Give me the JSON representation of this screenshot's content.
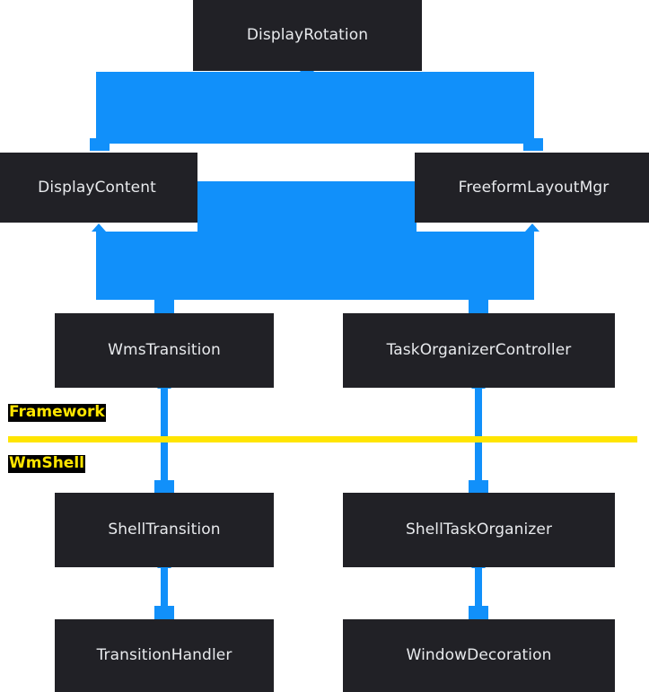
{
  "diagram": {
    "title": "WindowManager / WmShell component relationship diagram",
    "colors": {
      "node_background": "#212126",
      "node_text": "#e8eaed",
      "connector": "#1190fa",
      "layer_divider": "#ffe500",
      "layer_label_text": "#ffe500",
      "layer_label_background": "#000000",
      "canvas_background": "#ffffff"
    },
    "nodes": [
      {
        "id": "display-rotation",
        "label": "DisplayRotation"
      },
      {
        "id": "display-content",
        "label": "DisplayContent"
      },
      {
        "id": "freeform-layout-mgr",
        "label": "FreeformLayoutMgr"
      },
      {
        "id": "wms-transition",
        "label": "WmsTransition"
      },
      {
        "id": "task-organizer-controller",
        "label": "TaskOrganizerController"
      },
      {
        "id": "shell-transition",
        "label": "ShellTransition"
      },
      {
        "id": "shell-task-organizer",
        "label": "ShellTaskOrganizer"
      },
      {
        "id": "transition-handler",
        "label": "TransitionHandler"
      },
      {
        "id": "window-decoration",
        "label": "WindowDecoration"
      }
    ],
    "layers": [
      {
        "id": "framework",
        "label": "Framework"
      },
      {
        "id": "wmshell",
        "label": "WmShell"
      }
    ],
    "edges": [
      {
        "from": "DisplayContent",
        "to": "DisplayRotation",
        "direction": "up"
      },
      {
        "from": "FreeformLayoutMgr",
        "to": "DisplayRotation",
        "direction": "up"
      },
      {
        "from": "FreeformLayoutMgr",
        "to": "DisplayContent",
        "direction": "left"
      },
      {
        "from": "DisplayContent",
        "to": "FreeformLayoutMgr",
        "direction": "right"
      },
      {
        "from": "WmsTransition",
        "to": "DisplayContent",
        "direction": "up"
      },
      {
        "from": "TaskOrganizerController",
        "to": "FreeformLayoutMgr",
        "direction": "up"
      },
      {
        "from": "ShellTransition",
        "to": "WmsTransition",
        "direction": "up"
      },
      {
        "from": "ShellTaskOrganizer",
        "to": "TaskOrganizerController",
        "direction": "up"
      },
      {
        "from": "TransitionHandler",
        "to": "ShellTransition",
        "direction": "up"
      },
      {
        "from": "WindowDecoration",
        "to": "ShellTaskOrganizer",
        "direction": "up"
      }
    ]
  }
}
